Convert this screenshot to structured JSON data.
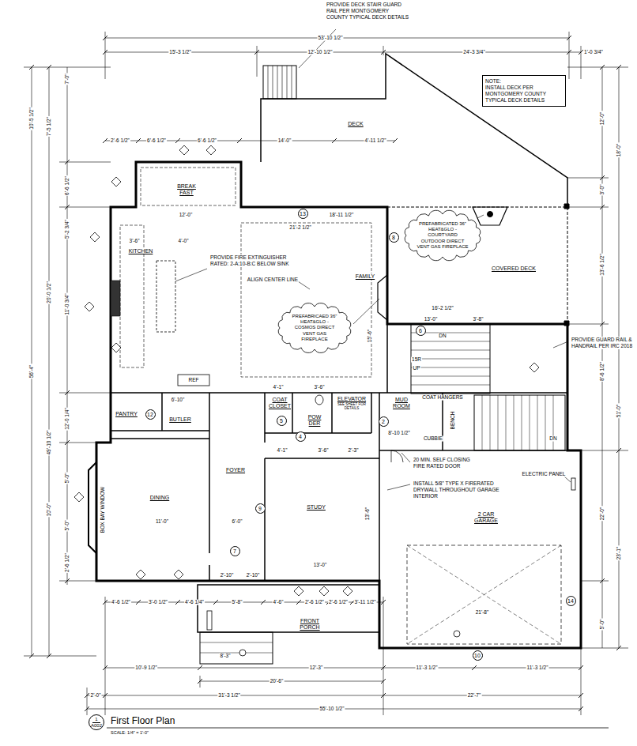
{
  "diagram": {
    "title": "First Floor Plan",
    "caption": "SCALE: 1/4\" = 1'-0\"",
    "nodes": [
      {
        "text": [
          "DECK"
        ]
      },
      {
        "text": [
          "NOTE:",
          "INSTALL DECK PER MONTGOMERY COUNTY TYPICAL DECK DETAILS"
        ]
      },
      {
        "text": [
          "BREAK FAST"
        ]
      },
      {
        "text": [
          "KITCHEN"
        ]
      },
      {
        "text": [
          "FAMILY"
        ]
      },
      {
        "text": [
          "PREFABRICAED 36\" HEAT&GLO - COSMOS DIRECT VENT GAS FIREPLACE"
        ]
      },
      {
        "text": [
          "COVERED DECK"
        ]
      },
      {
        "text": [
          "PREFABRICATED 36\" HEAT&GLO - COURTYARD OUTDOOR DIRECT VENT GAS FIREPLACE"
        ]
      },
      {
        "text": [
          "PANTRY"
        ]
      },
      {
        "text": [
          "BUTLER"
        ]
      },
      {
        "text": [
          "COAT CLOSET"
        ]
      },
      {
        "text": [
          "POW DER"
        ]
      },
      {
        "text": [
          "ELEVATOR",
          "SEE SHEET FOR DETAILS"
        ]
      },
      {
        "text": [
          "MUD ROOM"
        ]
      },
      {
        "text": [
          "DINING"
        ]
      },
      {
        "text": [
          "FOYER"
        ]
      },
      {
        "text": [
          "STUDY"
        ]
      },
      {
        "text": [
          "2 CAR GARAGE"
        ]
      },
      {
        "text": [
          "FRONT PORCH"
        ]
      },
      {
        "text": [
          "13"
        ]
      },
      {
        "text": [
          "8"
        ]
      },
      {
        "text": [
          "6"
        ]
      },
      {
        "text": [
          "12"
        ]
      },
      {
        "text": [
          "5"
        ]
      },
      {
        "text": [
          "4"
        ]
      },
      {
        "text": [
          "2"
        ]
      },
      {
        "text": [
          "9"
        ]
      },
      {
        "text": [
          "7"
        ]
      },
      {
        "text": [
          "14"
        ]
      },
      {
        "text": [
          "10"
        ]
      },
      {
        "text": [
          "1",
          "A002"
        ]
      }
    ],
    "labels": [
      "PROVIDE DECK STAIR GUARD RAIL PER MONTGOMERY COUNTY TYPICAL DECK DETAILS",
      "53'-10 1/2\"",
      "15'-3 1/2\"",
      "12'-10 1/2\"",
      "24'-3 3/4\"",
      "1'-0 3/4\"",
      "10'-5 1/2\"",
      "7'-5 1/2\"",
      "7'-0\"",
      "6'-6 1/2\"",
      "5'-2 3/4\"",
      "11'-0 3/4\"",
      "20'-0 1/2\"",
      "12'-0 1/4\"",
      "49'-10 1/2\"",
      "56'-4\"",
      "5'-0\"",
      "10'-0\"",
      "5'-0\"",
      "2'-6 1/2\"",
      "12'-0\"",
      "18'-0\"",
      "3'-0\"",
      "13'-6 1/2\"",
      "8'-6 1/2\"",
      "51'-0\"",
      "22'-0\"",
      "23'-1\"",
      "5'-0\"",
      "2'-6 1/2\"",
      "6'-6 1/2\"",
      "6'-6 1/2\"",
      "14'-0\"",
      "4'-11 1/2\"",
      "12'-0\"",
      "18'-11 1/2\"",
      "21'-2 1/2\"",
      "3'-6\"",
      "4'-0\"",
      "16'-2 1/2\"",
      "13'-0\"",
      "3'-8\"",
      "15'-6\"",
      "6'-10\"",
      "4'-1\"",
      "3'-6\"",
      "8'-10 1/2\"",
      "4'-1\"",
      "3'-6\"",
      "2'-3\"",
      "6'-0\"",
      "11'-0\"",
      "13'-0\"",
      "13'-6\"",
      "21'-8\"",
      "2'-10\"",
      "2'-10\"",
      "4'-6 1/2\"",
      "3'-0 1/2\"",
      "4'-6 1/4\"",
      "5'-8\"",
      "4'-6\"",
      "2'-6 1/2\"",
      "2'-6 1/2\"",
      "3'-11 1/2\"",
      "10'-9 1/2\"",
      "8'-3\"",
      "12'-3\"",
      "11'-3 1/2\"",
      "11'-3 1/2\"",
      "20'-6\"",
      "2'-0\"",
      "31'-3 1/2\"",
      "22'-7\"",
      "55'-10 1/2\"",
      "PROVIDE FIRE EXTINGUISHER RATED: 2-A:10-B:C BELOW SINK",
      "ALIGN CENTER LINE",
      "PROVIDE GUARD RAIL & HANDRAIL PER IRC 2018",
      "20 MIN. SELF CLOSING FIRE RATED DOOR",
      "INSTALL 5/8\" TYPE X FIRERATED DRYWALL THROUGHOUT GARAGE INTERIOR",
      "ELECTRIC PANEL",
      "REF",
      "COAT HANGERS",
      "BENCH",
      "CUBBIE",
      "DN",
      "15R",
      "UP",
      "DN",
      "BOX BAY WINDOW"
    ]
  }
}
